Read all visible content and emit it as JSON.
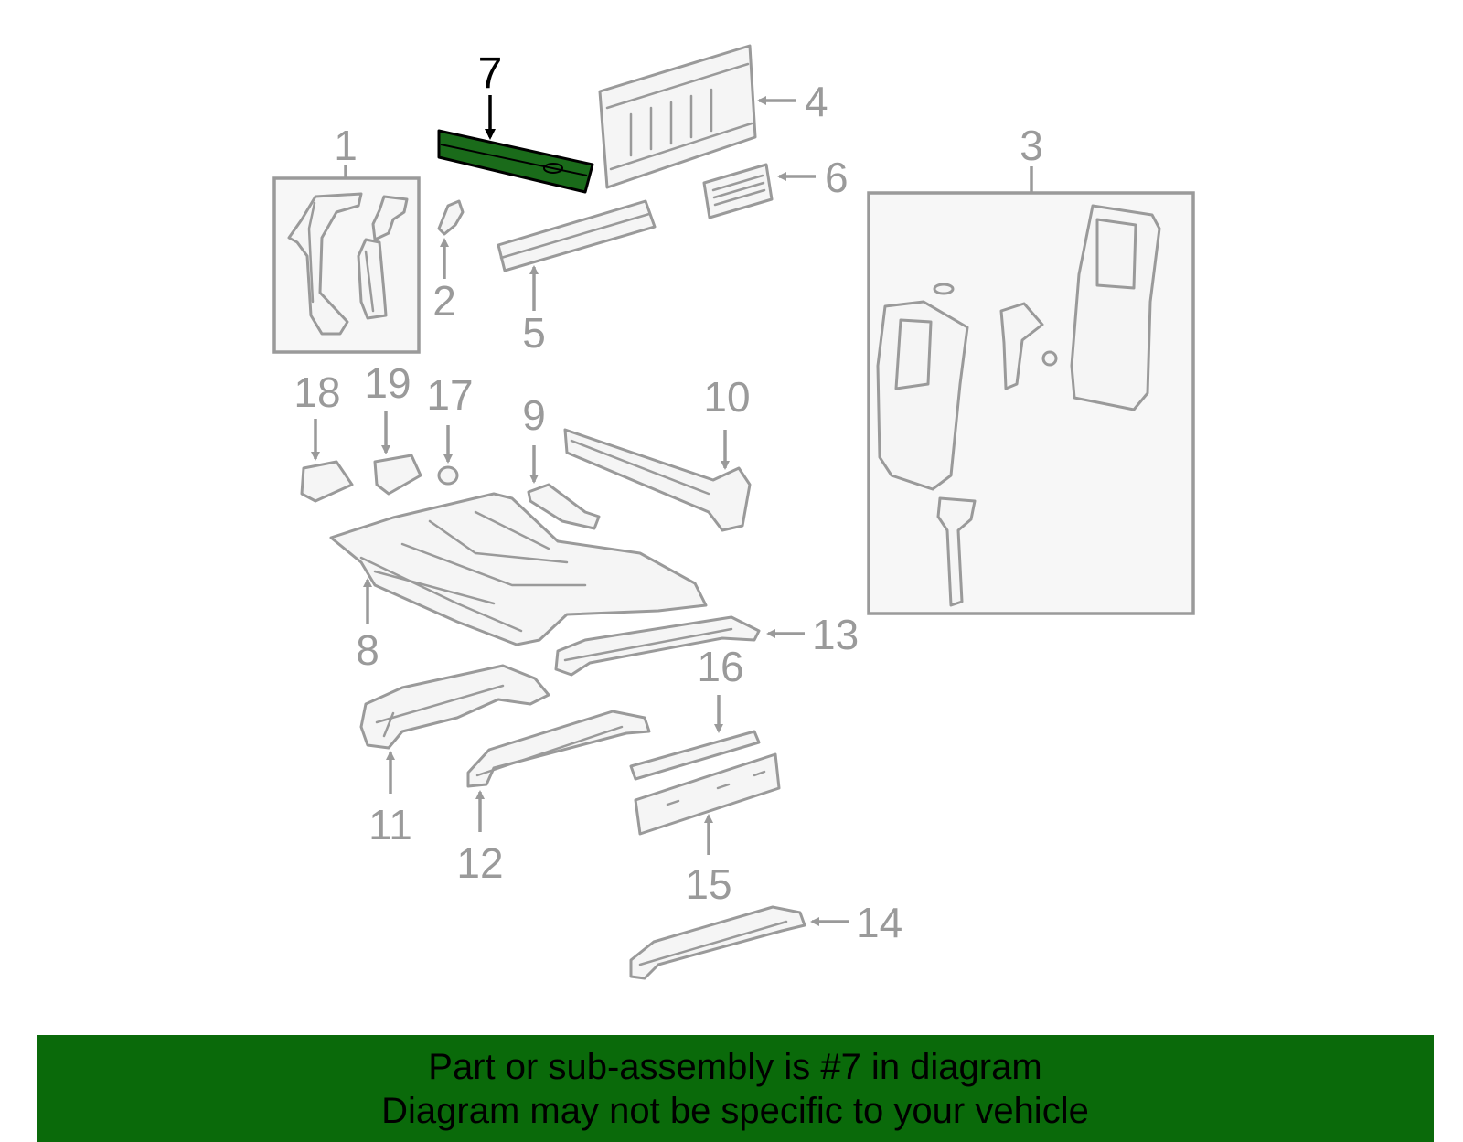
{
  "diagram": {
    "highlight_color": "#1a6b1a",
    "line_color": "#9a9a9a",
    "callouts": [
      {
        "id": "1",
        "label": "1"
      },
      {
        "id": "2",
        "label": "2"
      },
      {
        "id": "3",
        "label": "3"
      },
      {
        "id": "4",
        "label": "4"
      },
      {
        "id": "5",
        "label": "5"
      },
      {
        "id": "6",
        "label": "6"
      },
      {
        "id": "7",
        "label": "7",
        "highlighted": true
      },
      {
        "id": "8",
        "label": "8"
      },
      {
        "id": "9",
        "label": "9"
      },
      {
        "id": "10",
        "label": "10"
      },
      {
        "id": "11",
        "label": "11"
      },
      {
        "id": "12",
        "label": "12"
      },
      {
        "id": "13",
        "label": "13"
      },
      {
        "id": "14",
        "label": "14"
      },
      {
        "id": "15",
        "label": "15"
      },
      {
        "id": "16",
        "label": "16"
      },
      {
        "id": "17",
        "label": "17"
      },
      {
        "id": "18",
        "label": "18"
      },
      {
        "id": "19",
        "label": "19"
      }
    ]
  },
  "banner": {
    "background_color": "#0a6a0a",
    "line1": "Part or sub-assembly is #7 in diagram",
    "line2": "Diagram may not be specific to your vehicle"
  }
}
